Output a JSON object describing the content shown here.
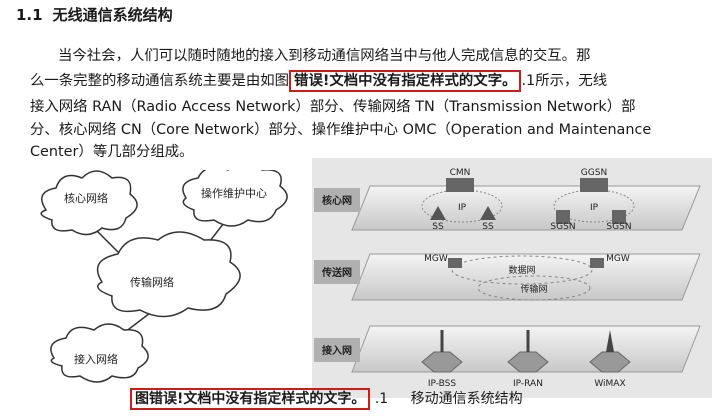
{
  "section": {
    "number": "1.1",
    "title": "无线通信系统结构"
  },
  "paragraph": {
    "line1": "当今社会，人们可以随时随地的接入到移动通信网络当中与他人完成信息的交互。那",
    "line2_pre": "么一条完整的移动通信系统主要是由如图",
    "line2_err": "错误!文档中没有指定样式的文字。",
    "line2_post": ".1所示，无线",
    "line3": "接入网络 RAN（Radio Access Network）部分、传输网络 TN（Transmission Network）部",
    "line4": "分、核心网络 CN（Core Network）部分、操作维护中心 OMC（Operation and Maintenance",
    "line5": "Center）等几部分组成。"
  },
  "clouds": {
    "core": "核心网络",
    "omc": "操作维护中心",
    "transport": "传输网络",
    "access": "接入网络"
  },
  "layers": {
    "core": "核心网",
    "transport": "传送网",
    "access": "接入网"
  },
  "nodes": {
    "cmn": "CMN",
    "ggsn": "GGSN",
    "ip": "IP",
    "ss": "SS",
    "sgsn": "SGSN",
    "mgw": "MGW",
    "data_net": "数据网",
    "trans_net": "传输网",
    "ip_bss": "IP-BSS",
    "ip_ran": "IP-RAN",
    "wimax": "WiMAX"
  },
  "caption": {
    "prefix": "图",
    "err": "错误!文档中没有指定样式的文字。",
    "num": ".1",
    "title": "移动通信系统结构"
  }
}
